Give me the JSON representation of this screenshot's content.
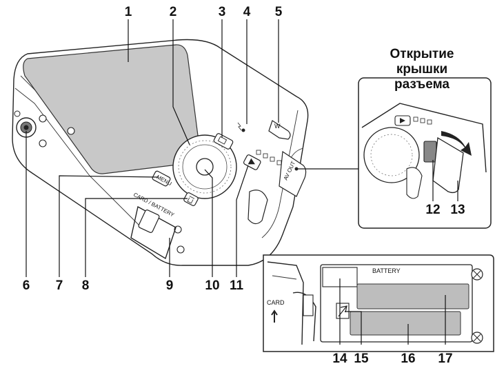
{
  "diagram": {
    "callouts": [
      {
        "id": "c1",
        "label": "1"
      },
      {
        "id": "c2",
        "label": "2"
      },
      {
        "id": "c3",
        "label": "3"
      },
      {
        "id": "c4",
        "label": "4"
      },
      {
        "id": "c5",
        "label": "5"
      },
      {
        "id": "c6",
        "label": "6"
      },
      {
        "id": "c7",
        "label": "7"
      },
      {
        "id": "c8",
        "label": "8"
      },
      {
        "id": "c9",
        "label": "9"
      },
      {
        "id": "c10",
        "label": "10"
      },
      {
        "id": "c11",
        "label": "11"
      },
      {
        "id": "c12",
        "label": "12"
      },
      {
        "id": "c13",
        "label": "13"
      },
      {
        "id": "c14",
        "label": "14"
      },
      {
        "id": "c15",
        "label": "15"
      },
      {
        "id": "c16",
        "label": "16"
      },
      {
        "id": "c17",
        "label": "17"
      }
    ],
    "inset_caption_lines": [
      "Открытие",
      "крышки",
      "разъема"
    ],
    "printed_text": {
      "battery_compartment": "BATTERY",
      "card_slot": "CARD",
      "card_battery_door": "CARD / BATTERY",
      "menu_button": "MENU",
      "zoom_wide": "W",
      "av_out": "AV OUT"
    }
  }
}
